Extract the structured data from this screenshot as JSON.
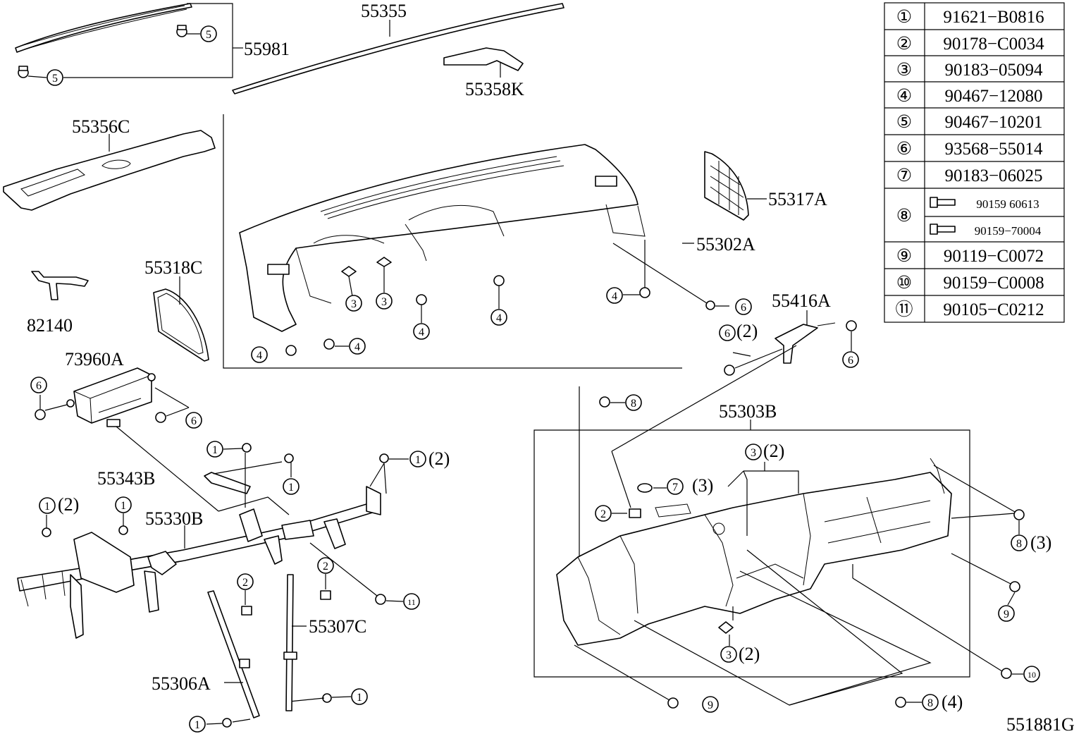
{
  "diagram_id": "551881G",
  "parts": {
    "p55981": "55981",
    "p55355": "55355",
    "p55358K": "55358K",
    "p55356C": "55356C",
    "p55317A": "55317A",
    "p55302A": "55302A",
    "p55318C": "55318C",
    "p82140": "82140",
    "p55416A": "55416A",
    "p73960A": "73960A",
    "p55303B": "55303B",
    "p55343B": "55343B",
    "p55330B": "55330B",
    "p55307C": "55307C",
    "p55306A": "55306A"
  },
  "callout_qty": {
    "q2": "(2)",
    "q3": "(3)",
    "q4": "(4)"
  },
  "callout_glyphs": [
    "①",
    "②",
    "③",
    "④",
    "⑤",
    "⑥",
    "⑦",
    "⑧",
    "⑨",
    "⑩",
    "⑪"
  ],
  "fastener_table": [
    {
      "mark": "①",
      "part_no": "91621−B0816"
    },
    {
      "mark": "②",
      "part_no": "90178−C0034"
    },
    {
      "mark": "③",
      "part_no": "90183−05094"
    },
    {
      "mark": "④",
      "part_no": "90467−12080"
    },
    {
      "mark": "⑤",
      "part_no": "90467−10201"
    },
    {
      "mark": "⑥",
      "part_no": "93568−55014"
    },
    {
      "mark": "⑦",
      "part_no": "90183−06025"
    },
    {
      "mark": "⑧",
      "part_no": "90159 60613",
      "part_no_2": "90159−70004"
    },
    {
      "mark": "⑨",
      "part_no": "90119−C0072"
    },
    {
      "mark": "⑩",
      "part_no": "90159−C0008"
    },
    {
      "mark": "⑪",
      "part_no": "90105−C0212"
    }
  ]
}
